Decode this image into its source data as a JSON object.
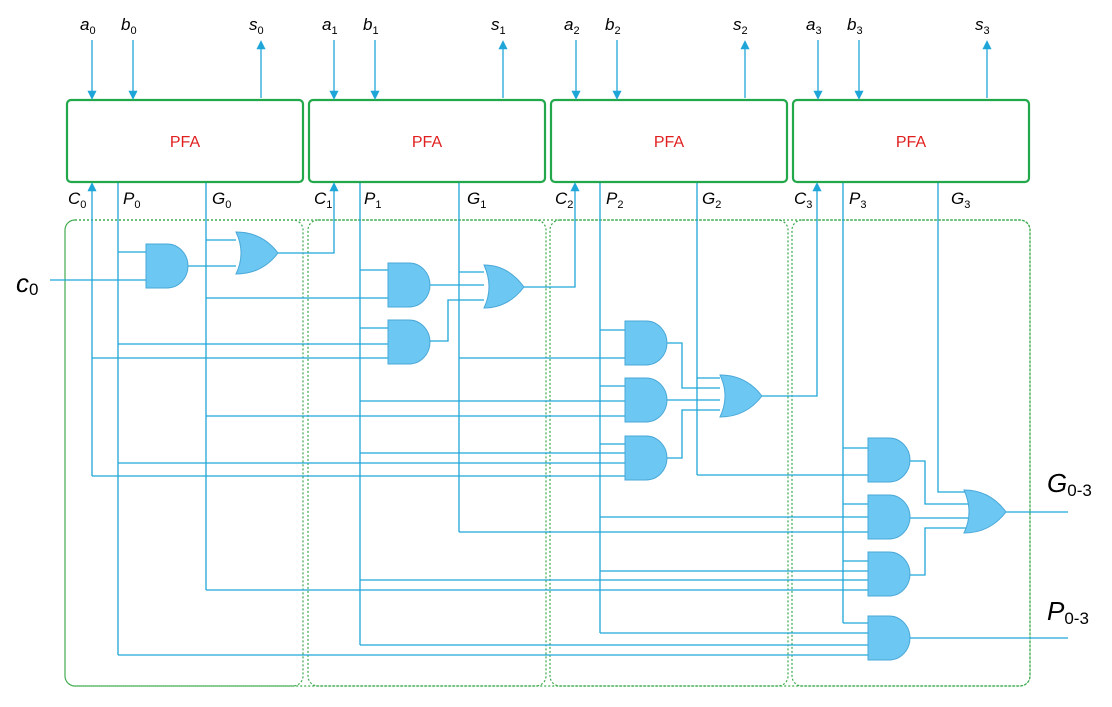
{
  "blocks": [
    {
      "label": "PFA",
      "a": "a",
      "a_sub": "0",
      "b": "b",
      "b_sub": "0",
      "s": "s",
      "s_sub": "0",
      "c": "C",
      "c_sub": "0",
      "p": "P",
      "p_sub": "0",
      "g": "G",
      "g_sub": "0"
    },
    {
      "label": "PFA",
      "a": "a",
      "a_sub": "1",
      "b": "b",
      "b_sub": "1",
      "s": "s",
      "s_sub": "1",
      "c": "C",
      "c_sub": "1",
      "p": "P",
      "p_sub": "1",
      "g": "G",
      "g_sub": "1"
    },
    {
      "label": "PFA",
      "a": "a",
      "a_sub": "2",
      "b": "b",
      "b_sub": "2",
      "s": "s",
      "s_sub": "2",
      "c": "C",
      "c_sub": "2",
      "p": "P",
      "p_sub": "2",
      "g": "G",
      "g_sub": "2"
    },
    {
      "label": "PFA",
      "a": "a",
      "a_sub": "3",
      "b": "b",
      "b_sub": "3",
      "s": "s",
      "s_sub": "3",
      "c": "C",
      "c_sub": "3",
      "p": "P",
      "p_sub": "3",
      "g": "G",
      "g_sub": "3"
    }
  ],
  "carry_in": {
    "main": "c",
    "sub": "0"
  },
  "group_generate": {
    "main": "G",
    "sub": "0-3"
  },
  "group_propagate": {
    "main": "P",
    "sub": "0-3"
  },
  "colors": {
    "wire": "#1fa6d8",
    "gate_fill": "#6cc8f2",
    "pfa_border": "#22a84a",
    "pfa_text": "#e02020",
    "group_border": "#3aa84a"
  }
}
